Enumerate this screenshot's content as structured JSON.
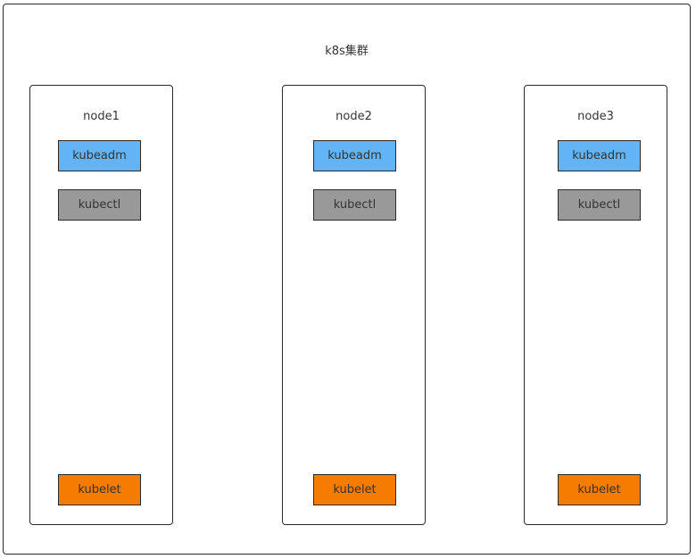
{
  "cluster": {
    "title": "k8s集群"
  },
  "colors": {
    "kubeadm": "#62b4f6",
    "kubectl": "#999999",
    "kubelet": "#f57c00",
    "border": "#2a2a2a"
  },
  "nodes": [
    {
      "title": "node1",
      "kubeadm": "kubeadm",
      "kubectl": "kubectl",
      "kubelet": "kubelet"
    },
    {
      "title": "node2",
      "kubeadm": "kubeadm",
      "kubectl": "kubectl",
      "kubelet": "kubelet"
    },
    {
      "title": "node3",
      "kubeadm": "kubeadm",
      "kubectl": "kubectl",
      "kubelet": "kubelet"
    }
  ]
}
